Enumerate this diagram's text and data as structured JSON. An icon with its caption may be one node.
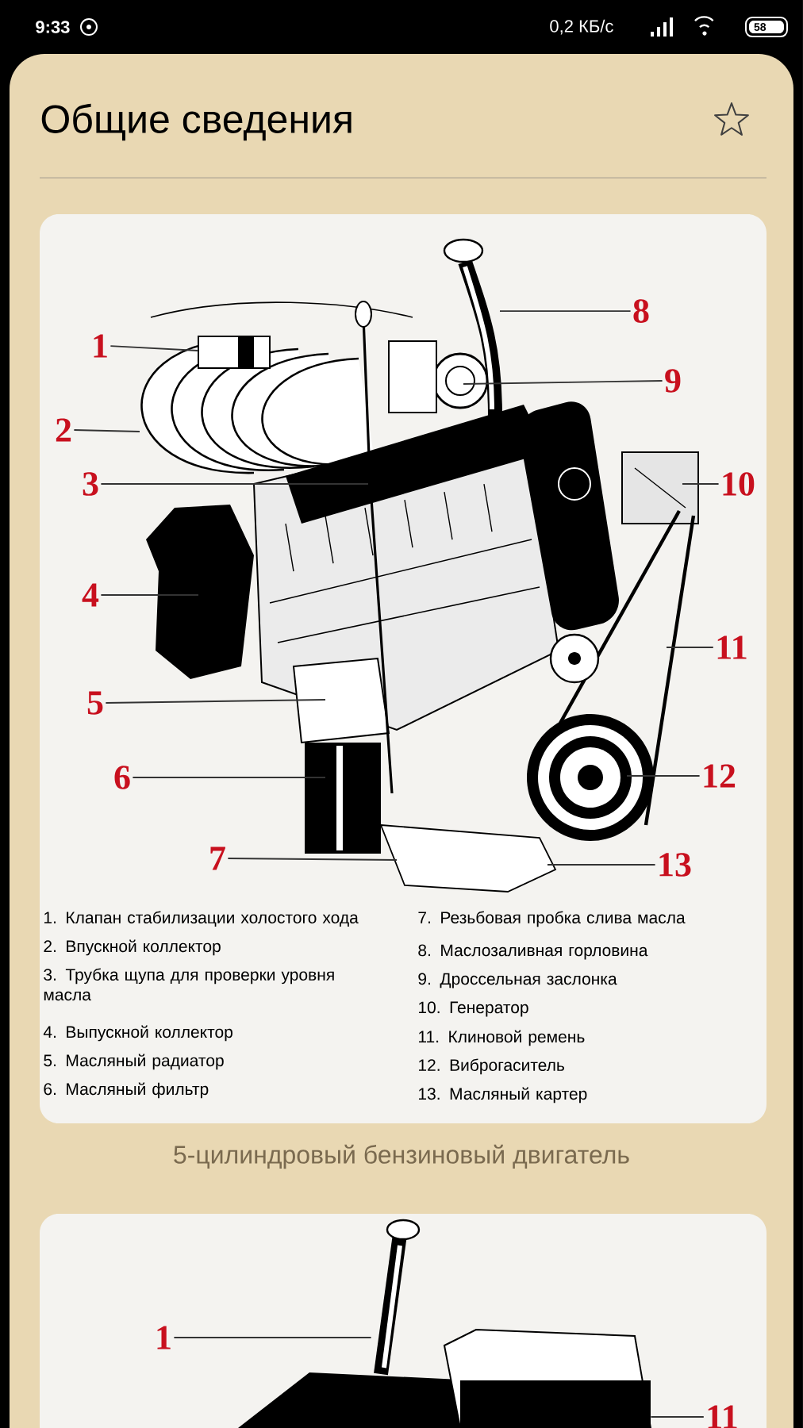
{
  "diagram": {
    "title": "Общие сведения",
    "caption": "5-цилиндровый бензиновый двигатель",
    "nodes": [
      {
        "text": [
          "1"
        ]
      },
      {
        "text": [
          "2"
        ]
      },
      {
        "text": [
          "3"
        ]
      },
      {
        "text": [
          "4"
        ]
      },
      {
        "text": [
          "5"
        ]
      },
      {
        "text": [
          "6"
        ]
      },
      {
        "text": [
          "7"
        ]
      },
      {
        "text": [
          "8"
        ]
      },
      {
        "text": [
          "9"
        ]
      },
      {
        "text": [
          "10"
        ]
      },
      {
        "text": [
          "11"
        ]
      },
      {
        "text": [
          "12"
        ]
      },
      {
        "text": [
          "13"
        ]
      },
      {
        "text": [
          "1"
        ]
      },
      {
        "text": [
          "11"
        ]
      },
      {
        "text": [],
        "shape": "picture"
      },
      {
        "text": [],
        "shape": "picture"
      }
    ],
    "edges": [
      {
        "from": 0,
        "to": null,
        "arrow": "none"
      },
      {
        "from": 1,
        "to": null,
        "arrow": "none"
      },
      {
        "from": 2,
        "to": null,
        "arrow": "none"
      },
      {
        "from": 3,
        "to": null,
        "arrow": "none"
      },
      {
        "from": 4,
        "to": null,
        "arrow": "none"
      },
      {
        "from": 5,
        "to": null,
        "arrow": "none"
      },
      {
        "from": 6,
        "to": null,
        "arrow": "none"
      },
      {
        "from": 7,
        "to": null,
        "arrow": "none"
      },
      {
        "from": 8,
        "to": null,
        "arrow": "none"
      },
      {
        "from": 9,
        "to": null,
        "arrow": "none"
      },
      {
        "from": 10,
        "to": null,
        "arrow": "none"
      },
      {
        "from": 11,
        "to": null,
        "arrow": "none"
      },
      {
        "from": 12,
        "to": null,
        "arrow": "none"
      },
      {
        "from": 13,
        "to": 15,
        "arrow": "none"
      },
      {
        "from": 14,
        "to": 16,
        "arrow": "none"
      }
    ],
    "labels": [
      "9:33",
      "0,2 КБ/с",
      "58",
      "1. Клапан стабилизации холостого хода",
      "7. Резьбовая пробка слива масла",
      "2. Впускной коллектор",
      "8. Маслозаливная горловина",
      "3. Трубка щупа для проверки уровня масла",
      "9. Дроссельная заслонка",
      "10. Генератор",
      "4. Выпускной коллектор",
      "11. Клиновой ремень",
      "5. Масляный радиатор",
      "12. Виброгаситель",
      "6. Масляный фильтр",
      "13. Масляный картер"
    ]
  }
}
